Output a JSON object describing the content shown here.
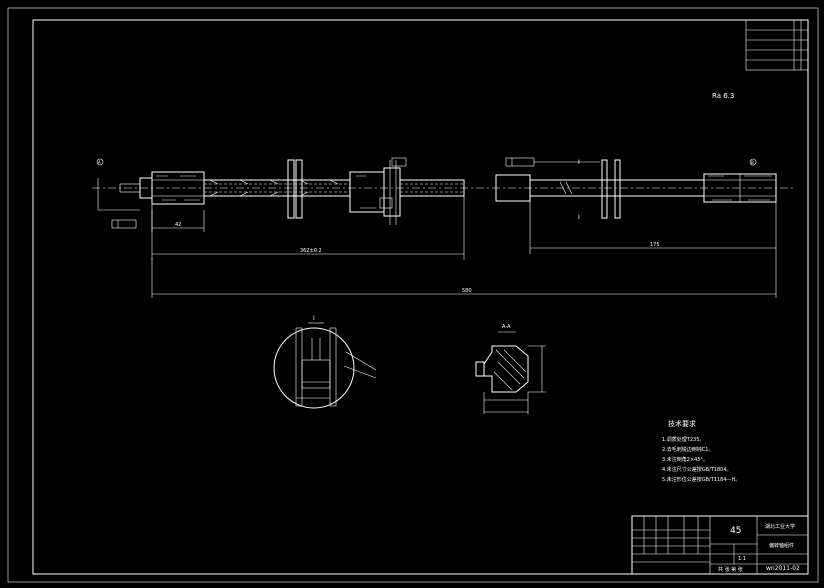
{
  "drawing": {
    "roughness_note": "Ra 6.3",
    "tech_req": {
      "title": "技术要求",
      "items": [
        "1.调质处理T235。",
        "2.去毛刺锐边倒钝C1。",
        "3.未注倒角2×45°。",
        "4.未注尺寸公差按GB/T1804。",
        "5.未注形位公差按GB/T1184—H。"
      ]
    },
    "title_block": {
      "material": "45",
      "name_top": "湖北工业大学",
      "name_bottom": "偏转轴组件",
      "scale": "1:1",
      "drawing_no": "wn2011-02",
      "sheet_label": "共 张 第 张"
    },
    "dims": {
      "overall": "580",
      "left_span": "362±0.2",
      "right_span": "175",
      "left_short": "42"
    },
    "section_labels": {
      "detail_left": "I",
      "detail_right": "A-A"
    },
    "datum_marks": {
      "left": "A",
      "right": "B"
    },
    "colors": {
      "background": "#000000",
      "lines": "#ffffff"
    }
  }
}
